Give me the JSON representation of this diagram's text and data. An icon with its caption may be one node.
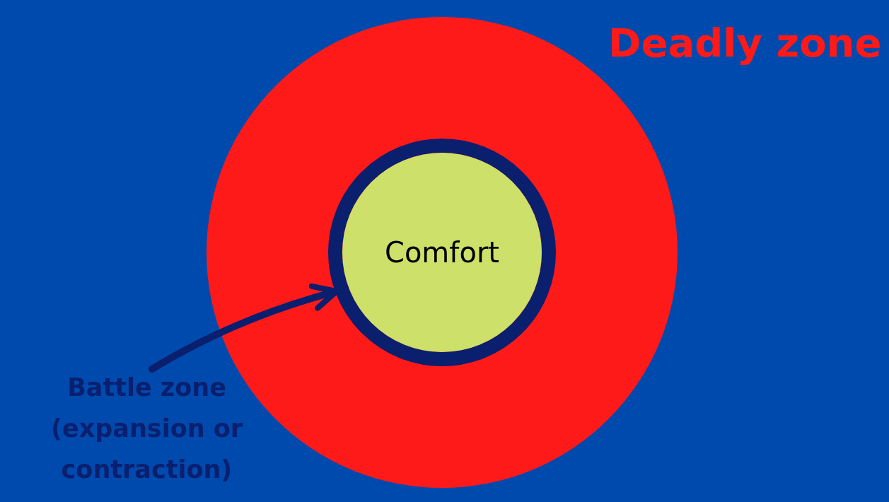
{
  "diagram": {
    "nodes": [
      {
        "text": [],
        "shape": "circle"
      },
      {
        "text": [],
        "shape": "circle",
        "in": 0
      },
      {
        "text": [
          "Comfort"
        ],
        "in": 1
      },
      {
        "text": [
          "Battle zone (expansion or contraction)"
        ]
      }
    ],
    "edges": [
      {
        "from": 3,
        "to": 1,
        "arrow": "to"
      }
    ],
    "labels": [
      "Deadly zone"
    ]
  }
}
